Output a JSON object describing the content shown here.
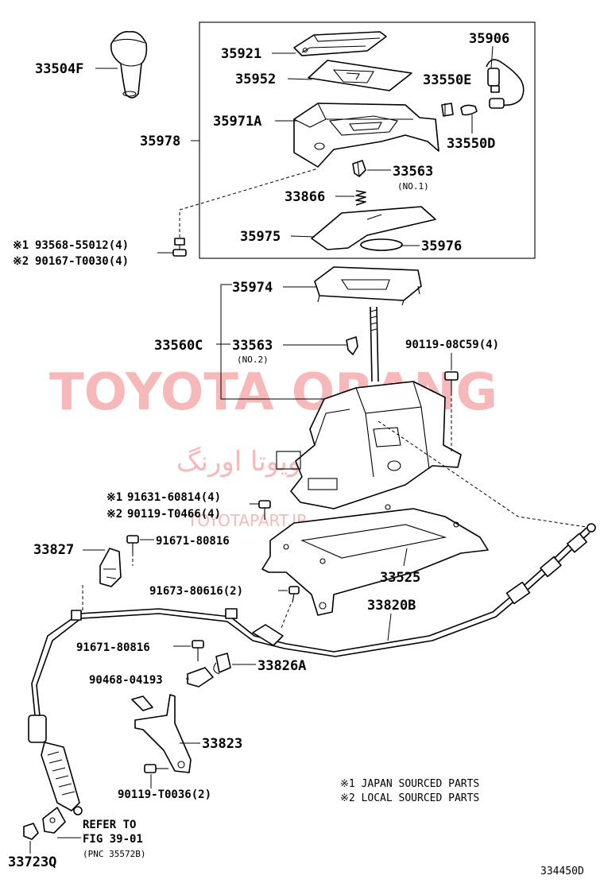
{
  "labels": {
    "shift_knob": "33504F",
    "cover_plate": "35921",
    "indicator_plate": "35952",
    "indicator_housing": "35971A",
    "indicator_assy": "35978",
    "lamp_socket": "35906",
    "bulb_e": "33550E",
    "bulb_d": "33550D",
    "stopper_no1": "33563",
    "stopper_no1_sub": "(NO.1)",
    "spring": "33866",
    "slide_plate": "35975",
    "slide_seal": "35976",
    "screw_1": "93568-55012(4)",
    "screw_2": "90167-T0030(4)",
    "mark_1": "※1",
    "mark_2": "※2",
    "position_plate": "35974",
    "shift_lever_assy": "33560C",
    "stopper_no2": "33563",
    "stopper_no2_sub": "(NO.2)",
    "bolt_top": "90119-08C59(4)",
    "bolt_a1": "91631-60814(4)",
    "bolt_a2": "90119-T0466(4)",
    "cable_bracket_left": "33827",
    "bolt_b": "91671-80816",
    "bracket_base": "33525",
    "bolt_c": "91673-80616(2)",
    "control_cable": "33820B",
    "bolt_d": "91671-80816",
    "clip": "90468-04193",
    "cable_clamp": "33826A",
    "cable_bracket": "33823",
    "bolt_e": "90119-T0036(2)",
    "note_1": "※1 JAPAN SOURCED PARTS",
    "note_2": "※2 LOCAL SOURCED PARTS",
    "refer_line1": "REFER TO",
    "refer_line2": "FIG 39-01",
    "refer_line3": "(PNC 35572B)",
    "end_part": "33723Q",
    "figure_code": "334450D"
  },
  "watermark": {
    "main": "TOYOTA ORANG",
    "persian": "تویوتا اورنگ",
    "site": "TOYOTAPART.IR"
  },
  "colors": {
    "watermark": "#f4a7a7",
    "line": "#000000"
  }
}
